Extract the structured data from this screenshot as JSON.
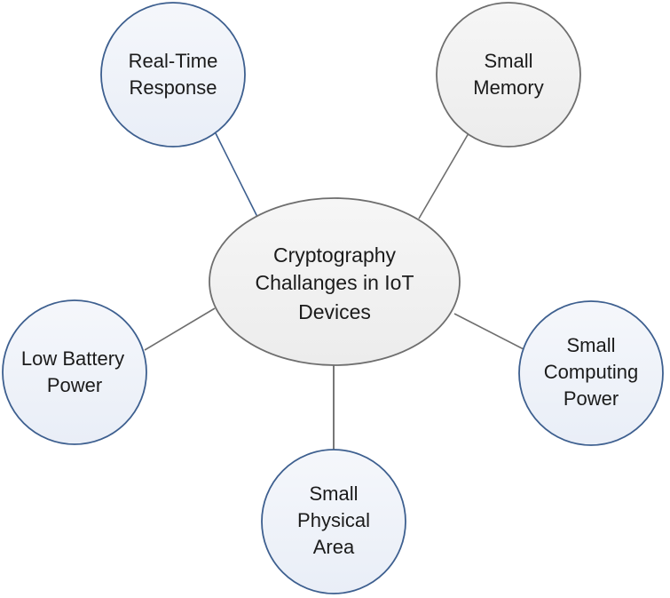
{
  "diagram": {
    "type": "mind-map",
    "colors": {
      "blue_border": "#3d5f8f",
      "gray_border": "#6e6e6e",
      "blue_fill": "#eef2f9",
      "gray_fill": "#f1f1f1",
      "center_fill": "#f1f1f1",
      "center_border": "#6e6e6e",
      "connector_blue": "#3d5f8f",
      "connector_gray": "#6e6e6e",
      "text": "#1b1b1b"
    },
    "center": {
      "lines": [
        "Cryptography",
        "Challanges in IoT",
        "Devices"
      ]
    },
    "nodes": [
      {
        "id": "real-time-response",
        "lines": [
          "Real-Time",
          "Response"
        ]
      },
      {
        "id": "small-memory",
        "lines": [
          "Small",
          "Memory"
        ]
      },
      {
        "id": "low-battery-power",
        "lines": [
          "Low Battery",
          "Power"
        ]
      },
      {
        "id": "small-computing-power",
        "lines": [
          "Small",
          "Computing",
          "Power"
        ]
      },
      {
        "id": "small-physical-area",
        "lines": [
          "Small",
          "Physical",
          "Area"
        ]
      }
    ]
  }
}
